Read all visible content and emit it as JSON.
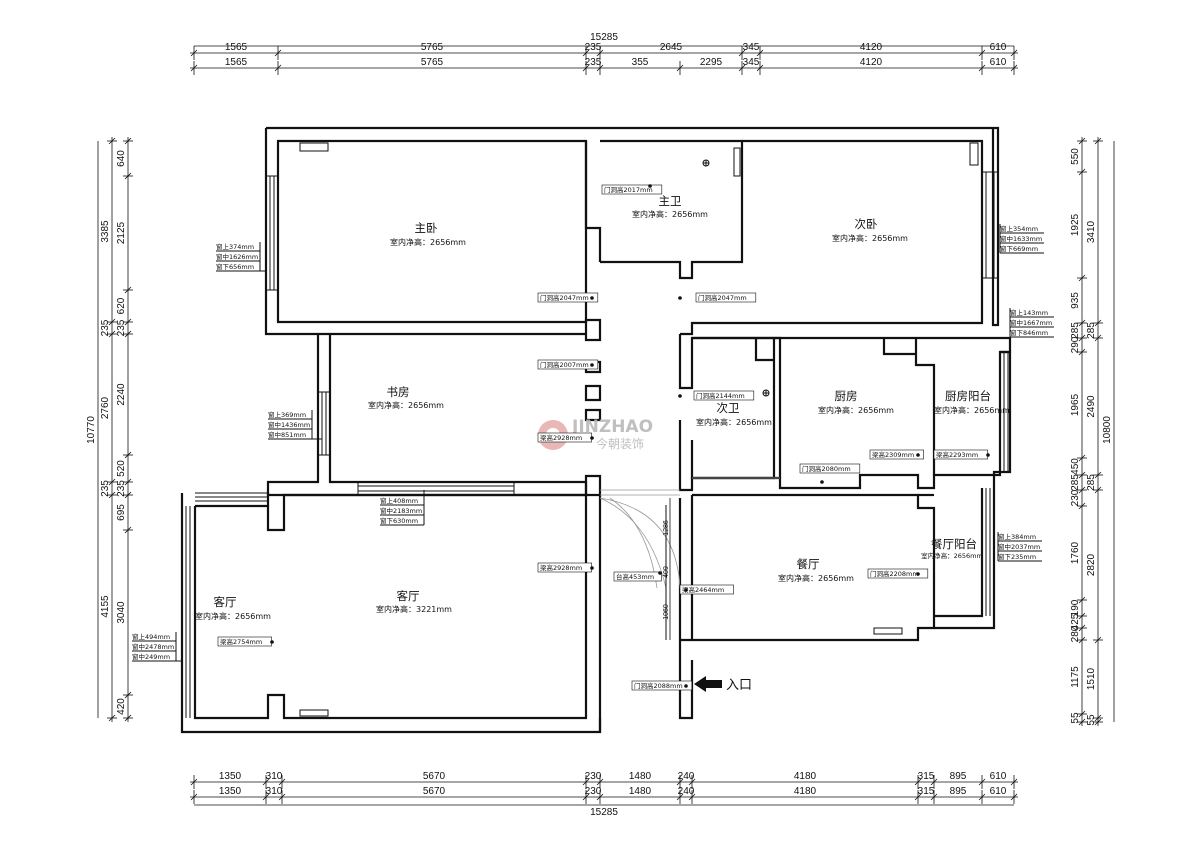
{
  "logo": {
    "text_en": "JINZHAO",
    "text_cn": "今朝装饰"
  },
  "entry_label": "入口",
  "rooms": [
    {
      "name": "主卧",
      "height": "室内净高：2656mm"
    },
    {
      "name": "主卫",
      "height": "室内净高：2656mm"
    },
    {
      "name": "次卧",
      "height": "室内净高：2656mm"
    },
    {
      "name": "书房",
      "height": "室内净高：2656mm"
    },
    {
      "name": "次卫",
      "height": "室内净高：2656mm"
    },
    {
      "name": "厨房",
      "height": "室内净高：2656mm"
    },
    {
      "name": "厨房阳台",
      "height": "室内净高：2656mm"
    },
    {
      "name": "客厅",
      "height": "室内净高：2656mm"
    },
    {
      "name": "客厅",
      "height": "室内净高：3221mm"
    },
    {
      "name": "餐厅",
      "height": "室内净高：2656mm"
    },
    {
      "name": "餐厅阳台",
      "height": "室内净高：2656mm"
    }
  ],
  "window_tags": [
    [
      "窗上374mm",
      "窗中1626mm",
      "窗下656mm"
    ],
    [
      "窗上354mm",
      "窗中1633mm",
      "窗下669mm"
    ],
    [
      "窗上143mm",
      "窗中1667mm",
      "窗下846mm"
    ],
    [
      "窗上369mm",
      "窗中1436mm",
      "窗中851mm"
    ],
    [
      "窗上408mm",
      "窗中2183mm",
      "窗下630mm"
    ],
    [
      "窗上384mm",
      "窗中2037mm",
      "窗下235mm"
    ],
    [
      "窗上494mm",
      "窗中2478mm",
      "窗中249mm"
    ]
  ],
  "door_tags": [
    "门洞高2017mm",
    "门洞高2047mm",
    "门洞高2047mm",
    "门洞高2007mm",
    "门洞高2144mm",
    "梁高2928mm",
    "梁高2309mm",
    "梁高2293mm",
    "门洞高2080mm",
    "梁高2928mm",
    "台高453mm",
    "梁高2464mm",
    "门洞高2208mm",
    "梁高2754mm",
    "门洞高2088mm"
  ],
  "dims": {
    "top_total": "15285",
    "top_row1": [
      "1565",
      "5765",
      "235",
      "2645",
      "345",
      "4120",
      "610"
    ],
    "top_row2": [
      "1565",
      "5765",
      "235",
      "355",
      "2295",
      "345",
      "4120",
      "610"
    ],
    "bottom_row1": [
      "1350",
      "310",
      "5670",
      "230",
      "1480",
      "240",
      "4180",
      "315",
      "895",
      "610"
    ],
    "bottom_row2": [
      "1350",
      "310",
      "5670",
      "230",
      "1480",
      "240",
      "4180",
      "315",
      "895",
      "610"
    ],
    "bottom_total": "15285",
    "left_total": "10770",
    "left_outer": [
      "3385",
      "235",
      "2760",
      "235",
      "4155"
    ],
    "left_inner": [
      "640",
      "2125",
      "620",
      "235",
      "2240",
      "520",
      "235",
      "695",
      "3040",
      "420"
    ],
    "right_total": "10800",
    "right_outer": [
      "3410",
      "285",
      "2490",
      "285",
      "2820",
      "1510",
      "55"
    ],
    "right_inner": [
      "550",
      "1925",
      "935",
      "285",
      "290",
      "1965",
      "450",
      "285",
      "230",
      "1760",
      "190",
      "425",
      "280",
      "1175",
      "55"
    ],
    "arc_marks": [
      "1286",
      "409",
      "1060"
    ]
  }
}
